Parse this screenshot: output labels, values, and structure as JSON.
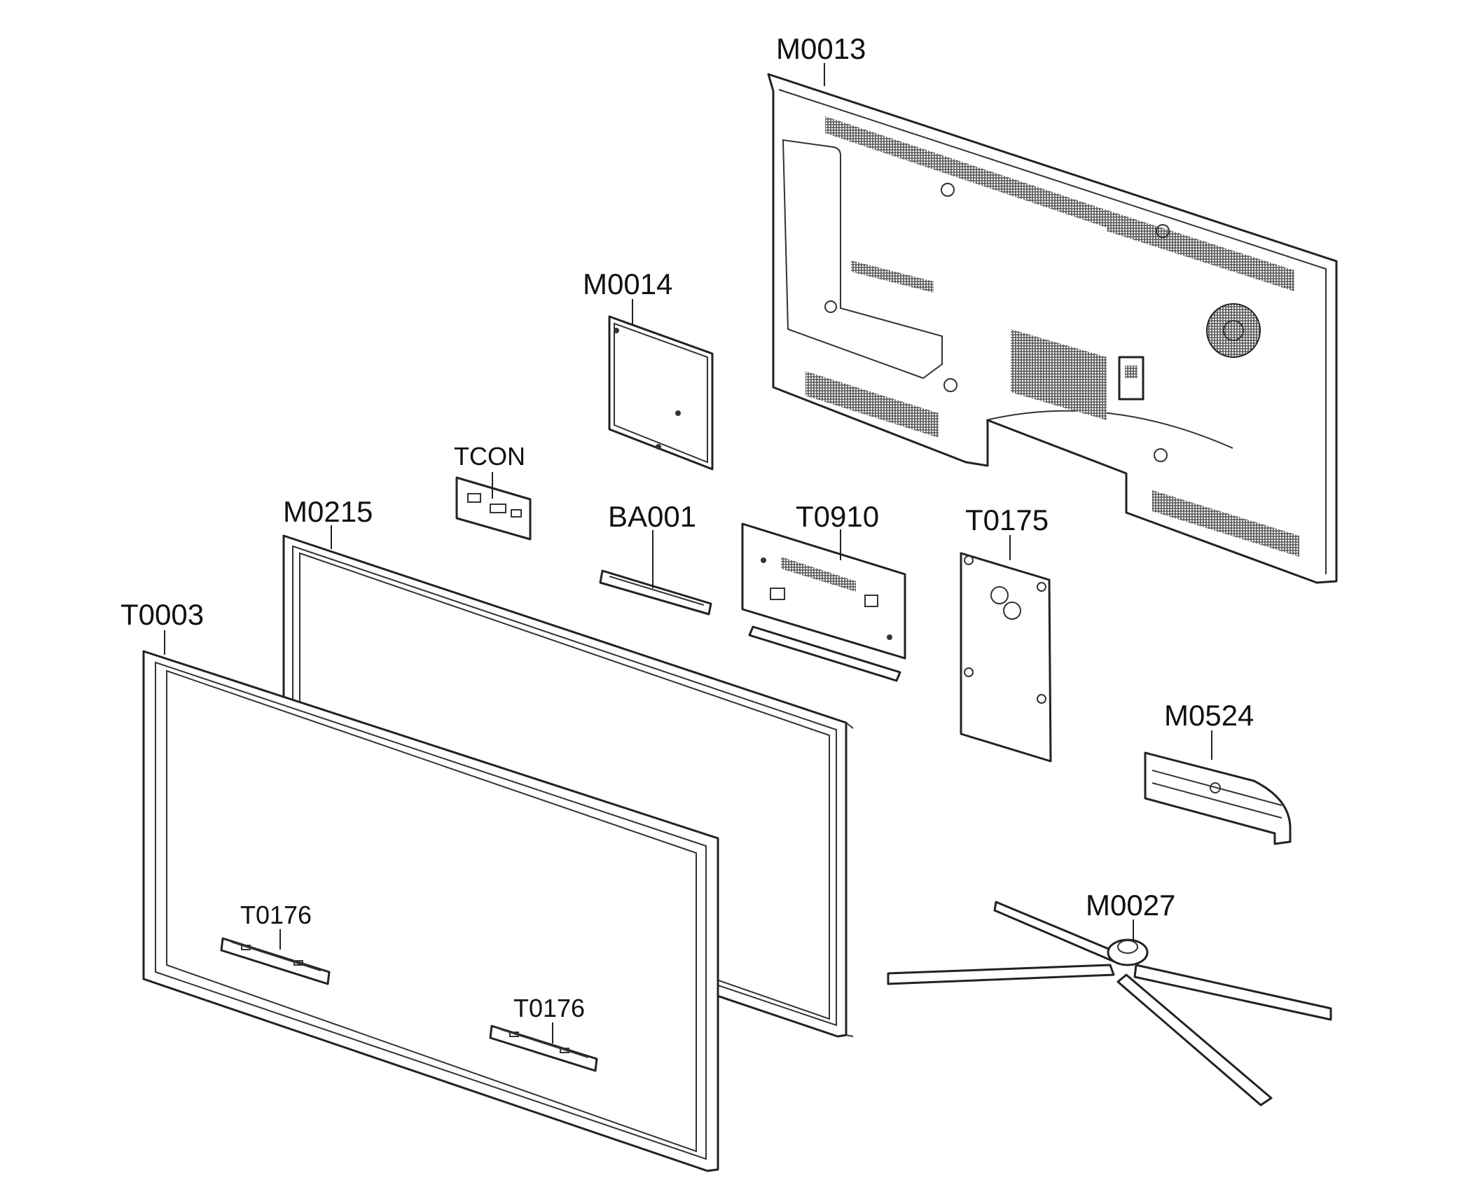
{
  "labels": {
    "m0013": "M0013",
    "m0014": "M0014",
    "tcon": "TCON",
    "m0215": "M0215",
    "ba001": "BA001",
    "t0910": "T0910",
    "t0175": "T0175",
    "t0003": "T0003",
    "m0524": "M0524",
    "t0176_left": "T0176",
    "t0176_right": "T0176",
    "m0027": "M0027"
  },
  "colors": {
    "line": "#222222",
    "background": "#ffffff"
  }
}
